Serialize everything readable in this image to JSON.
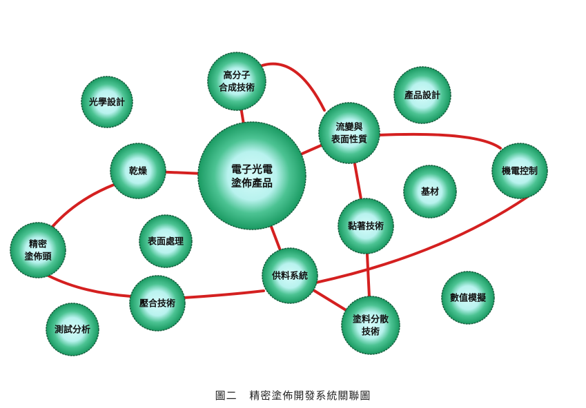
{
  "diagram": {
    "nodes": [
      {
        "id": "optics",
        "lines": [
          "光學設計"
        ]
      },
      {
        "id": "polymer",
        "lines": [
          "高分子",
          "合成技術"
        ]
      },
      {
        "id": "product-design",
        "lines": [
          "產品設計"
        ]
      },
      {
        "id": "rheology",
        "lines": [
          "流變與",
          "表面性質"
        ]
      },
      {
        "id": "drying",
        "lines": [
          "乾燥"
        ]
      },
      {
        "id": "center",
        "lines": [
          "電子光電",
          "塗佈產品"
        ]
      },
      {
        "id": "mechatronics",
        "lines": [
          "機電控制"
        ]
      },
      {
        "id": "substrate",
        "lines": [
          "基材"
        ]
      },
      {
        "id": "coating-head",
        "lines": [
          "精密",
          "塗佈頭"
        ]
      },
      {
        "id": "surface-treatment",
        "lines": [
          "表面處理"
        ]
      },
      {
        "id": "adhesion",
        "lines": [
          "黏著技術"
        ]
      },
      {
        "id": "feed-system",
        "lines": [
          "供料系統"
        ]
      },
      {
        "id": "simulation",
        "lines": [
          "數值模擬"
        ]
      },
      {
        "id": "lamination",
        "lines": [
          "壓合技術"
        ]
      },
      {
        "id": "testing",
        "lines": [
          "測試分析"
        ]
      },
      {
        "id": "dispersion",
        "lines": [
          "塗料分散",
          "技術"
        ]
      }
    ],
    "edges": [
      [
        "polymer",
        "center"
      ],
      [
        "polymer",
        "rheology"
      ],
      [
        "center",
        "rheology"
      ],
      [
        "rheology",
        "mechatronics"
      ],
      [
        "mechatronics",
        "feed-system"
      ],
      [
        "rheology",
        "adhesion"
      ],
      [
        "adhesion",
        "dispersion"
      ],
      [
        "drying",
        "center"
      ],
      [
        "drying",
        "coating-head"
      ],
      [
        "coating-head",
        "lamination"
      ],
      [
        "lamination",
        "feed-system"
      ],
      [
        "center",
        "feed-system"
      ],
      [
        "feed-system",
        "dispersion"
      ]
    ],
    "colors": {
      "edge": "#d42020",
      "node_outer": "#1f9e6a",
      "node_inner": "#c8f8f6"
    }
  },
  "caption": {
    "figure": "圖二",
    "title": "精密塗佈開發系統關聯圖"
  }
}
